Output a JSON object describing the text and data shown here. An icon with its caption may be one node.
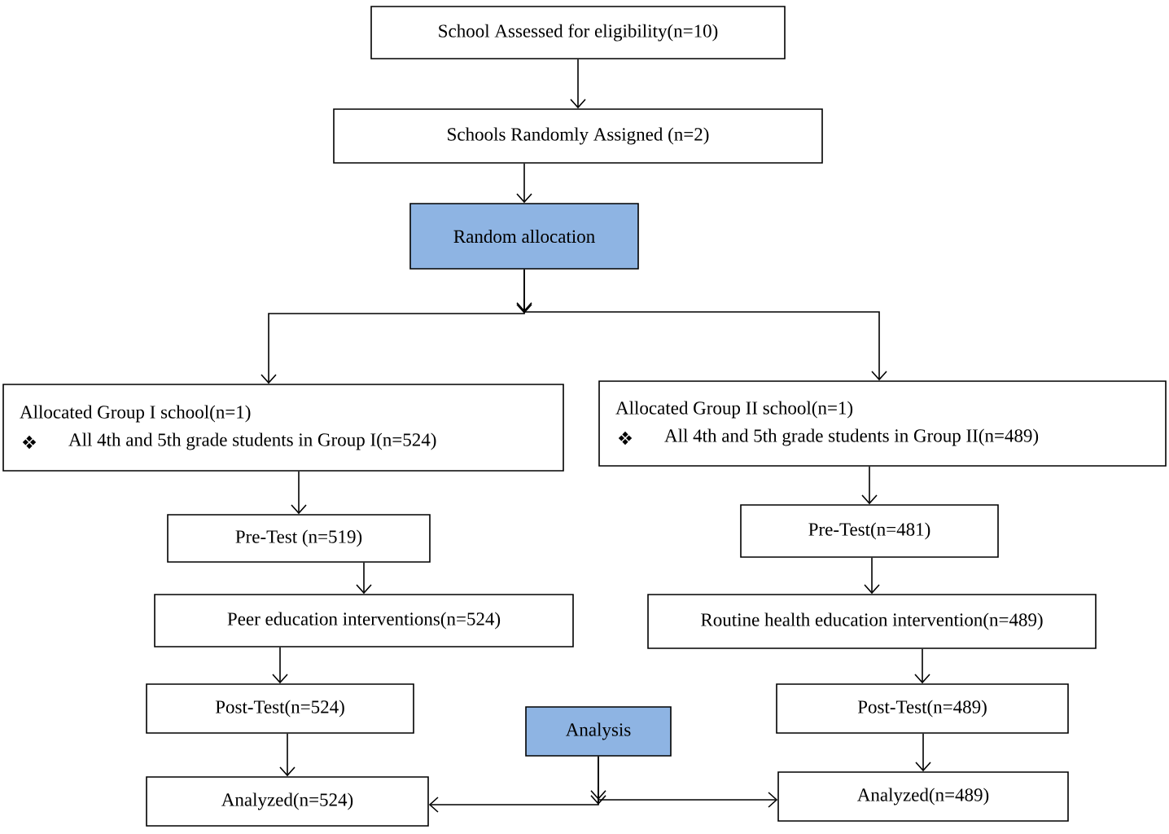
{
  "diagram": {
    "nodes": [
      {
        "text": [
          "School Assessed for eligibility(n=10)"
        ]
      },
      {
        "text": [
          "Schools Randomly Assigned (n=2)"
        ]
      },
      {
        "text": [
          "Random allocation"
        ]
      },
      {
        "text": [
          "Allocated Group I school(n=1)",
          "All 4th and 5th grade students in Group I(n=524)"
        ]
      },
      {
        "text": [
          "Allocated Group II school(n=1)",
          "All 4th and 5th grade students in Group II(n=489)"
        ]
      },
      {
        "text": [
          "Pre-Test (n=519)"
        ]
      },
      {
        "text": [
          "Pre-Test(n=481)"
        ]
      },
      {
        "text": [
          "Peer education interventions(n=524)"
        ]
      },
      {
        "text": [
          "Routine health education intervention(n=489)"
        ]
      },
      {
        "text": [
          "Post-Test(n=524)"
        ]
      },
      {
        "text": [
          "Analysis"
        ]
      },
      {
        "text": [
          "Post-Test(n=489)"
        ]
      },
      {
        "text": [
          "Analyzed(n=524)"
        ]
      },
      {
        "text": [
          "Analyzed(n=489)"
        ]
      }
    ],
    "edges": [
      {
        "from": 0,
        "to": 1,
        "arrow": "to"
      },
      {
        "from": 1,
        "to": 2,
        "arrow": "to"
      },
      {
        "from": 2,
        "to": 3,
        "arrow": "to"
      },
      {
        "from": 2,
        "to": 4,
        "arrow": "to"
      },
      {
        "from": 3,
        "to": 5,
        "arrow": "to"
      },
      {
        "from": 4,
        "to": 6,
        "arrow": "to"
      },
      {
        "from": 5,
        "to": 7,
        "arrow": "to"
      },
      {
        "from": 6,
        "to": 8,
        "arrow": "to"
      },
      {
        "from": 7,
        "to": 9,
        "arrow": "to"
      },
      {
        "from": 8,
        "to": 11,
        "arrow": "to"
      },
      {
        "from": 9,
        "to": 12,
        "arrow": "to"
      },
      {
        "from": 11,
        "to": 13,
        "arrow": "to"
      },
      {
        "from": 10,
        "to": 12,
        "arrow": "to"
      },
      {
        "from": 10,
        "to": 13,
        "arrow": "to"
      }
    ]
  }
}
